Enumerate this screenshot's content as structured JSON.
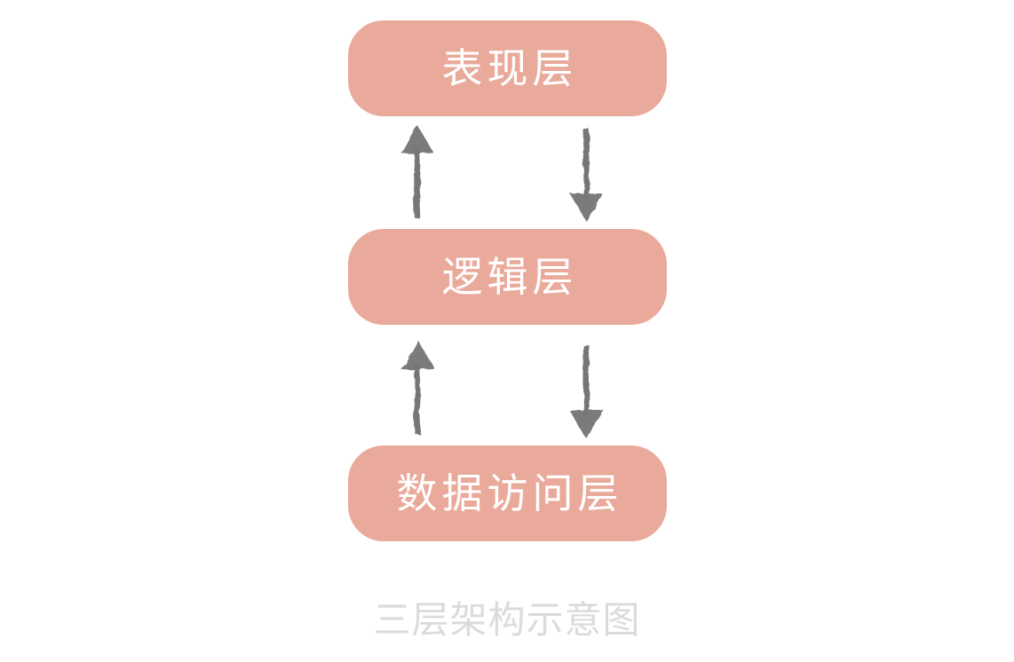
{
  "diagram": {
    "caption": "三层架构示意图",
    "layers": [
      {
        "id": "presentation",
        "label": "表现层"
      },
      {
        "id": "logic",
        "label": "逻辑层"
      },
      {
        "id": "data-access",
        "label": "数据访问层"
      }
    ],
    "connections": [
      {
        "from": "逻辑层",
        "to": "表现层",
        "direction": "up"
      },
      {
        "from": "表现层",
        "to": "逻辑层",
        "direction": "down"
      },
      {
        "from": "数据访问层",
        "to": "逻辑层",
        "direction": "up"
      },
      {
        "from": "逻辑层",
        "to": "数据访问层",
        "direction": "down"
      }
    ],
    "colors": {
      "background": "#FFFFFF",
      "box_fill": "#EAAA9B",
      "box_text": "#FFFFFF",
      "arrow": "#767676",
      "caption_text": "#DBDBDB"
    }
  }
}
